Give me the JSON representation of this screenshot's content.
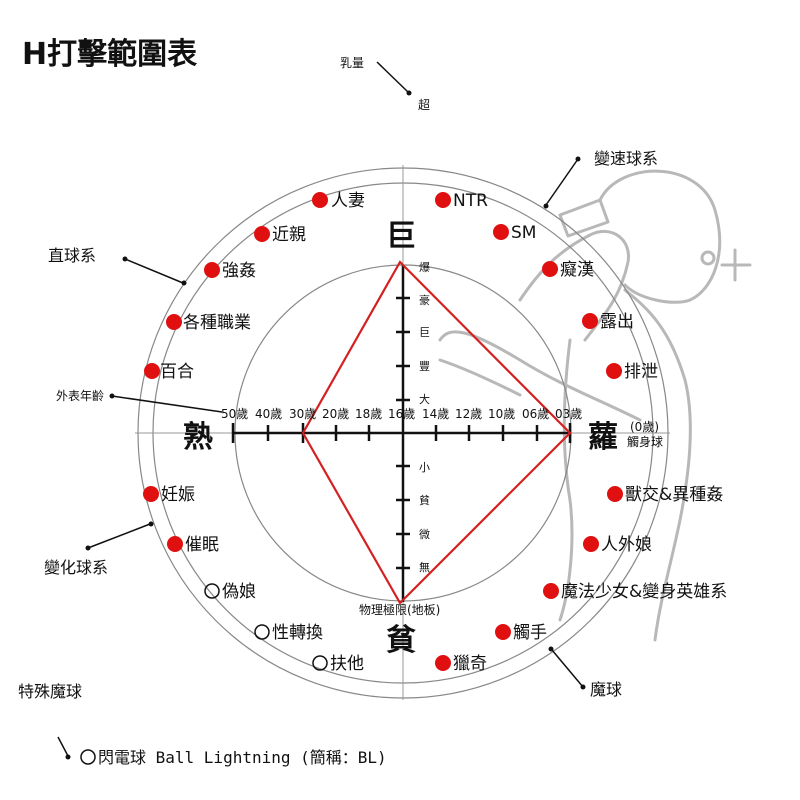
{
  "title": "H打擊範圍表",
  "top_axis": {
    "label": "乳量",
    "sub": "超"
  },
  "poles": {
    "top": "巨",
    "right": "蘿",
    "bottom": "貧",
    "left": "熟"
  },
  "right_pole_sub": {
    "line1": "(0歲)",
    "line2": "觸身球"
  },
  "bottom_pole_sub": "物理極限(地板)",
  "outer_labels": {
    "fastball_series": "變速球系",
    "straight_series": "直球系",
    "apparent_age": "外表年齡",
    "changeup_series": "變化球系",
    "special_magic": "特殊魔球",
    "magic_ball": "魔球"
  },
  "age_ticks": [
    "50歲",
    "40歲",
    "30歲",
    "20歲",
    "18歲",
    "16歲",
    "14歲",
    "12歲",
    "10歲",
    "06歲",
    "03歲"
  ],
  "vertical_upper_ticks": [
    "爆",
    "豪",
    "巨",
    "豐",
    "大"
  ],
  "vertical_lower_ticks": [
    "小",
    "貧",
    "微",
    "無"
  ],
  "categories": {
    "c1": "人妻",
    "c2": "NTR",
    "c3": "近親",
    "c4": "SM",
    "c5": "強姦",
    "c6": "癡漢",
    "c7": "各種職業",
    "c8": "露出",
    "c9": "百合",
    "c10": "排泄",
    "c11": "妊娠",
    "c12": "獸交&異種姦",
    "c13": "催眠",
    "c14": "人外娘",
    "c15": "偽娘",
    "c16": "魔法少女&變身英雄系",
    "c17": "性轉換",
    "c18": "觸手",
    "c19": "扶他",
    "c20": "獵奇"
  },
  "footer": "閃電球 Ball Lightning (簡稱：BL)",
  "colors": {
    "mark": "#e01010",
    "range": "#d42020",
    "ring": "#888888",
    "axis": "#111111"
  }
}
